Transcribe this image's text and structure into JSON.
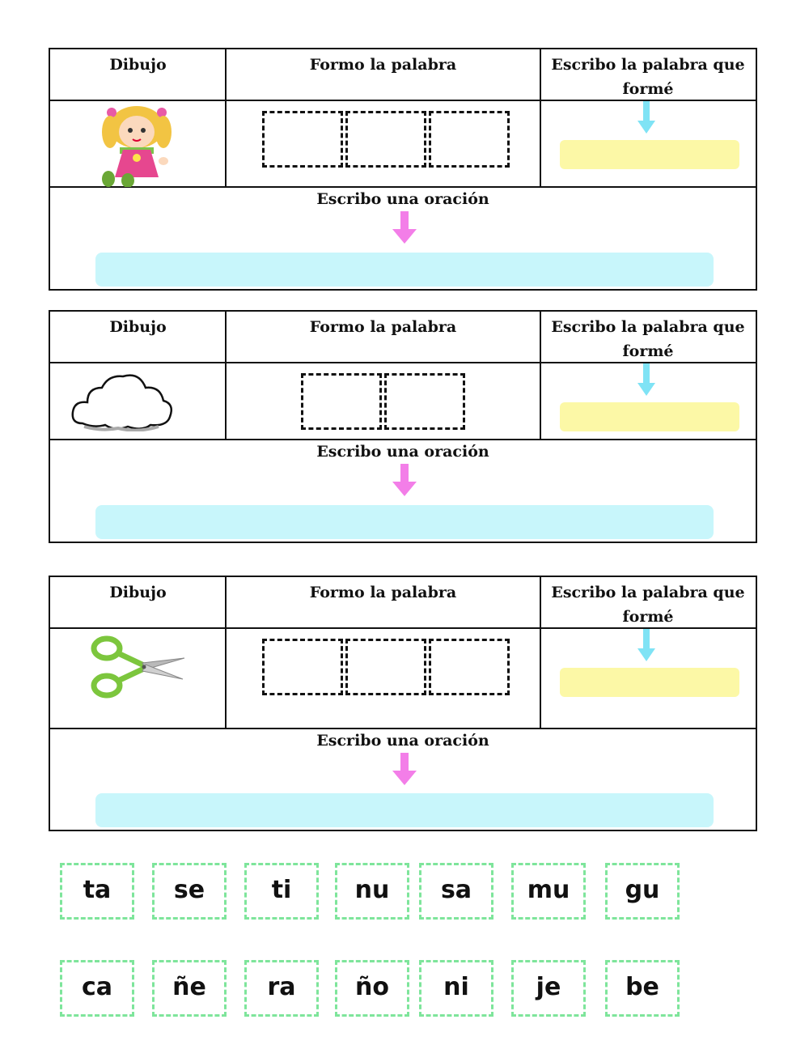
{
  "header": {
    "col_dibujo": "Dibujo",
    "col_formo": "Formo la palabra",
    "col_escribo": "Escribo la palabra que formé"
  },
  "sentence_label": "Escribo una oración",
  "exercises": [
    {
      "image": "doll-icon",
      "slots": 3
    },
    {
      "image": "cloud-icon",
      "slots": 2
    },
    {
      "image": "scissors-icon",
      "slots": 3
    }
  ],
  "syllables": {
    "row1": [
      "ta",
      "se",
      "ti",
      "nu",
      "sa",
      "mu",
      "gu"
    ],
    "row2": [
      "ca",
      "ñe",
      "ra",
      "ño",
      "ni",
      "je",
      "be"
    ]
  },
  "colors": {
    "answer_box": "#fcf8a6",
    "sentence_box": "#c8f6fb",
    "arrow_cyan": "#7fe3f5",
    "arrow_pink": "#f37ee8",
    "tile_border": "#7ee59b"
  }
}
